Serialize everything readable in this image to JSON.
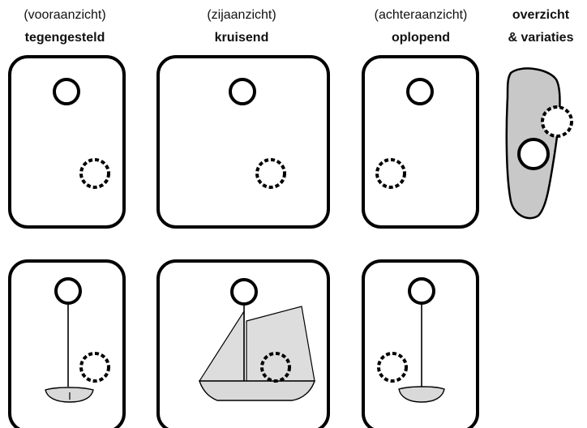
{
  "views": [
    {
      "key": "front",
      "view_label": "(vooraanzicht)",
      "title": "tegengesteld"
    },
    {
      "key": "side",
      "view_label": "(zijaanzicht)",
      "title": "kruisend"
    },
    {
      "key": "back",
      "view_label": "(achteraanzicht)",
      "title": "oplopend"
    }
  ],
  "overview": {
    "line1": "overzicht",
    "line2": "& variaties"
  },
  "colors": {
    "stroke": "#000000",
    "background": "#ffffff",
    "gray_fill": "#c8c8c8",
    "sail_fill": "#dddddd",
    "hull_fill": "#d9d9d9"
  }
}
